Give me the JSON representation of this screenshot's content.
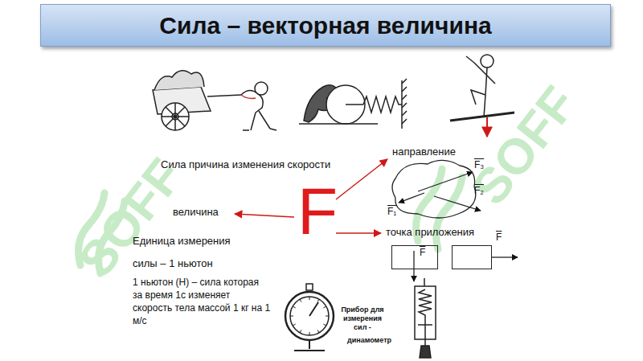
{
  "diagram": {
    "title": "Сила – векторная величина",
    "nodes": [
      {
        "text": [
          "F"
        ]
      },
      {
        "text": [
          "F"
        ]
      }
    ],
    "labels": [
      "Сила причина изменения скорости",
      "направление",
      "F₃",
      "F₂",
      "F₁",
      "F",
      "величина",
      "Единица измерения силы – 1 ньютон",
      "1 ньютон (Н) – сила которая за время 1с изменяет скорость тела массой 1 кг на 1 м/с",
      "точка приложения",
      "Прибор для измерения сил -",
      "динамометр",
      "SOFF",
      "SOFF"
    ]
  }
}
